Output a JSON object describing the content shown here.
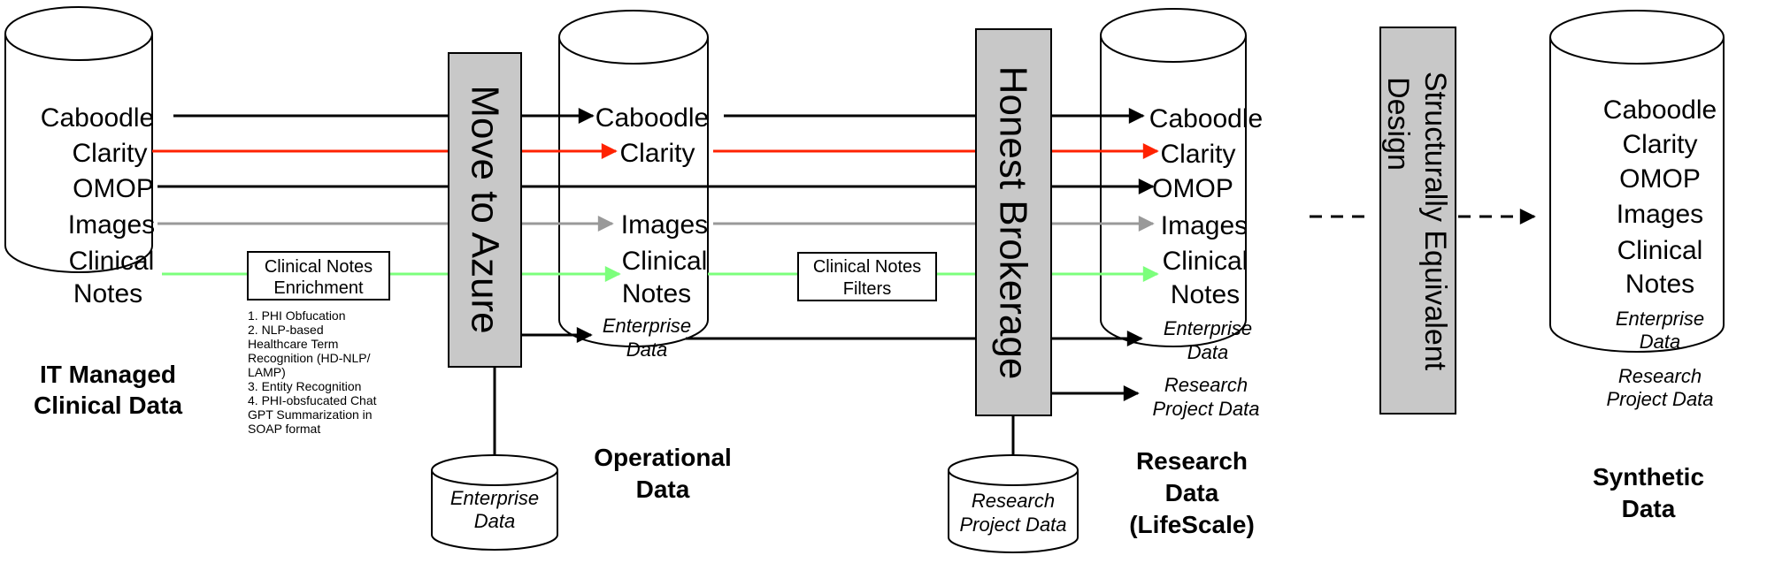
{
  "colors": {
    "stroke": "#000000",
    "process_fill": "#c8c8c8",
    "clarity_line": "#ff2200",
    "images_line": "#999999",
    "notes_line": "#7cff7c"
  },
  "source_db": {
    "items": [
      "Caboodle",
      "Clarity",
      "OMOP",
      "Images",
      "Clinical",
      "Notes"
    ],
    "caption_line1": "IT Managed",
    "caption_line2": "Clinical Data"
  },
  "enrichment": {
    "line1": "Clinical Notes",
    "line2": "Enrichment",
    "steps": [
      "1. PHI Obfucation",
      "2. NLP-based",
      "Healthcare Term",
      "Recognition (HD-NLP/",
      "LAMP)",
      "3. Entity Recognition",
      "4. PHI-obsfucated Chat",
      "GPT Summarization in",
      "SOAP format"
    ]
  },
  "move_to_azure": {
    "label": "Move to Azure"
  },
  "enterprise_db": {
    "line1": "Enterprise",
    "line2": "Data"
  },
  "operational_db": {
    "items": [
      "Caboodle",
      "Clarity",
      "Images",
      "Clinical",
      "Notes"
    ],
    "extra_line1": "Enterprise",
    "extra_line2": "Data",
    "caption_line1": "Operational",
    "caption_line2": "Data"
  },
  "filters": {
    "line1": "Clinical Notes",
    "line2": "Filters"
  },
  "honest_brokerage": {
    "label": "Honest Brokerage"
  },
  "research_project_db": {
    "line1": "Research",
    "line2": "Project Data"
  },
  "research_db": {
    "items": [
      "Caboodle",
      "Clarity",
      "OMOP",
      "Images",
      "Clinical",
      "Notes"
    ],
    "extra1_line1": "Enterprise",
    "extra1_line2": "Data",
    "extra2_line1": "Research",
    "extra2_line2": "Project Data",
    "caption_line1": "Research",
    "caption_line2": "Data",
    "caption_line3": "(LifeScale)"
  },
  "structurally_equivalent": {
    "line1": "Structurally Equivalent",
    "line2": "Design"
  },
  "synthetic_db": {
    "items": [
      "Caboodle",
      "Clarity",
      "OMOP",
      "Images",
      "Clinical",
      "Notes"
    ],
    "extra1_line1": "Enterprise",
    "extra1_line2": "Data",
    "extra2_line1": "Research",
    "extra2_line2": "Project Data",
    "caption_line1": "Synthetic",
    "caption_line2": "Data"
  }
}
